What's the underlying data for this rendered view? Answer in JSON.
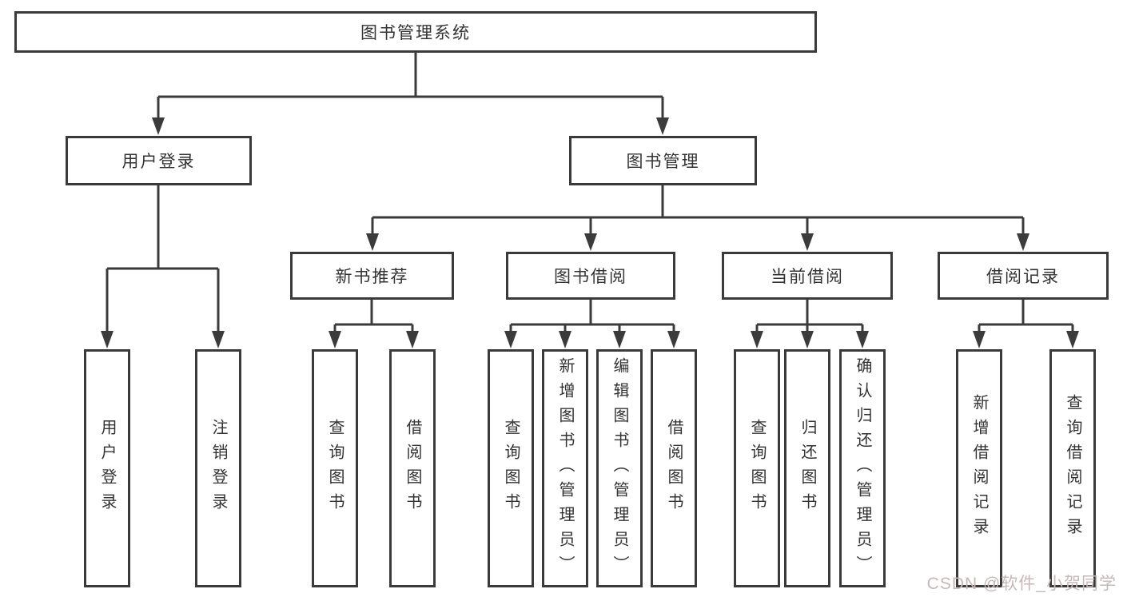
{
  "diagram_type": "hierarchy-tree",
  "tree": {
    "label": "图书管理系统",
    "children": [
      {
        "label": "用户登录",
        "children": [
          {
            "label": "用户登录"
          },
          {
            "label": "注销登录"
          }
        ]
      },
      {
        "label": "图书管理",
        "children": [
          {
            "label": "新书推荐",
            "children": [
              {
                "label": "查询图书"
              },
              {
                "label": "借阅图书"
              }
            ]
          },
          {
            "label": "图书借阅",
            "children": [
              {
                "label": "查询图书"
              },
              {
                "label": "新增图书（管理员）"
              },
              {
                "label": "编辑图书（管理员）"
              },
              {
                "label": "借阅图书"
              }
            ]
          },
          {
            "label": "当前借阅",
            "children": [
              {
                "label": "查询图书"
              },
              {
                "label": "归还图书"
              },
              {
                "label": "确认归还（管理员）"
              }
            ]
          },
          {
            "label": "借阅记录",
            "children": [
              {
                "label": "新增借阅记录"
              },
              {
                "label": "查询借阅记录"
              }
            ]
          }
        ]
      }
    ]
  },
  "watermark": {
    "text": "CSDN @软件_小贺同学",
    "color": "#c8b7b7"
  },
  "colors": {
    "background": "#ffffff",
    "box_border": "#3a3a3a",
    "connector_line": "#3b3b3b",
    "text": "#333333"
  }
}
